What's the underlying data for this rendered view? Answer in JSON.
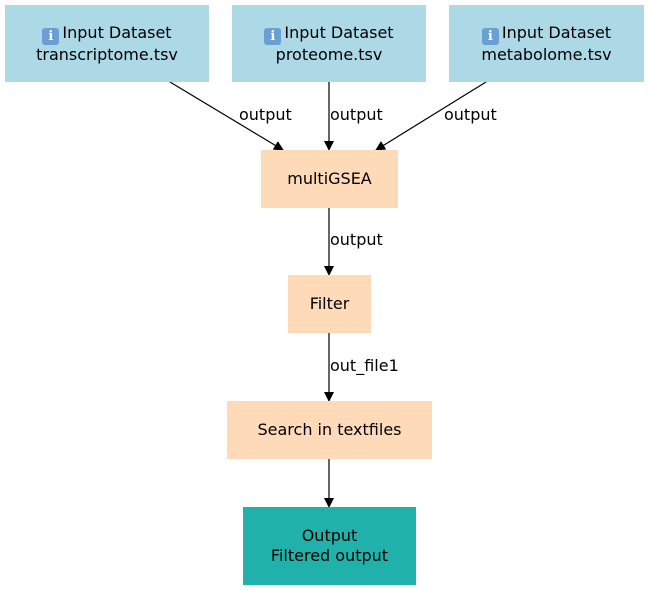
{
  "colors": {
    "input_fill": "#add8e6",
    "tool_fill": "#ffdab9",
    "output_fill": "#20b2aa",
    "edge": "#000000"
  },
  "icons": {
    "input_icon": "info-icon",
    "input_icon_glyph": "i"
  },
  "nodes": {
    "input_transcriptome": {
      "line1": "Input Dataset",
      "line2": "transcriptome.tsv"
    },
    "input_proteome": {
      "line1": "Input Dataset",
      "line2": "proteome.tsv"
    },
    "input_metabolome": {
      "line1": "Input Dataset",
      "line2": "metabolome.tsv"
    },
    "multigsea": {
      "label": "multiGSEA"
    },
    "filter": {
      "label": "Filter"
    },
    "search": {
      "label": "Search in textfiles"
    },
    "output": {
      "line1": "Output",
      "line2": "Filtered output"
    }
  },
  "edges": {
    "transcriptome_to_multigsea": "output",
    "proteome_to_multigsea": "output",
    "metabolome_to_multigsea": "output",
    "multigsea_to_filter": "output",
    "filter_to_search": "out_file1",
    "search_to_output": ""
  }
}
